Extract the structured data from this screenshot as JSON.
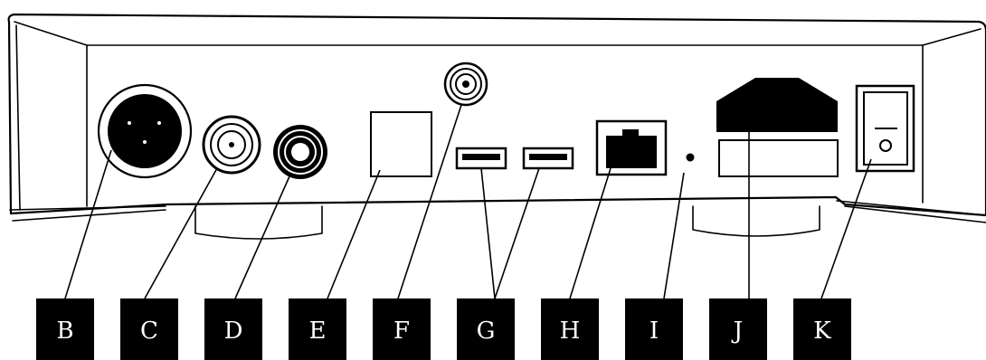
{
  "labels": [
    "B",
    "C",
    "D",
    "E",
    "F",
    "G",
    "H",
    "I",
    "J",
    "K"
  ],
  "components": [
    {
      "label": "B",
      "icon": "xlr-connector-icon"
    },
    {
      "label": "C",
      "icon": "coaxial-connector-icon"
    },
    {
      "label": "D",
      "icon": "rca-connector-icon"
    },
    {
      "label": "E",
      "icon": "optical-port-icon"
    },
    {
      "label": "F",
      "icon": "antenna-connector-icon"
    },
    {
      "label": "G",
      "icon": "usb-port-icon"
    },
    {
      "label": "H",
      "icon": "ethernet-port-icon"
    },
    {
      "label": "I",
      "icon": "reset-pinhole-icon"
    },
    {
      "label": "J",
      "icon": "power-inlet-icon"
    },
    {
      "label": "K",
      "icon": "power-switch-icon"
    }
  ],
  "colors": {
    "ink": "#000000",
    "paper": "#ffffff"
  }
}
